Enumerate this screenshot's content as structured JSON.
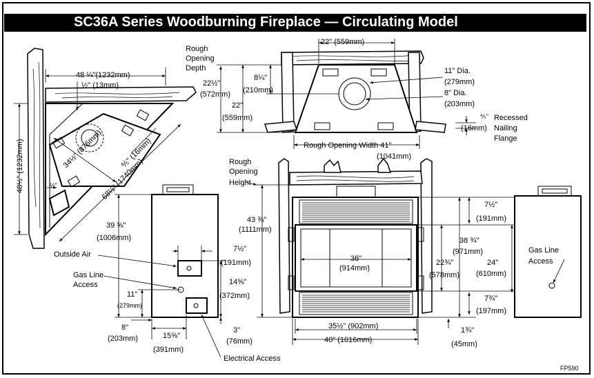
{
  "title": "SC36A Series Woodburning Fireplace — Circulating Model",
  "code": "FP590",
  "corner_view": {
    "width": "48 ¼\"(1232mm)",
    "nailing": "½\" (13mm)",
    "height": "48½\" (1232mm)",
    "diagonal_width": "34½\" (876mm)",
    "depth": "⅘\" (16mm)",
    "diagonal_length": "68½\" (1740mm)",
    "side_gap": "½\""
  },
  "top_view": {
    "rough_opening_depth": [
      "Rough",
      "Opening",
      "Depth"
    ],
    "top_width": "22\" (559mm)",
    "depth_a": "22½\"",
    "depth_a_mm": "(572mm)",
    "depth_b": "22\"",
    "depth_b_mm": "(559mm)",
    "flue_offset": "8¼\"",
    "flue_offset_mm": "(210mm)",
    "outer_dia": "11\" Dia.",
    "outer_dia_mm": "(279mm)",
    "inner_dia": "8\" Dia.",
    "inner_dia_mm": "(203mm)",
    "flange_size": "⅘\"",
    "flange_size_mm": "(16mm)",
    "flange_label": [
      "Recessed",
      "Nailing",
      "Flange"
    ],
    "rough_width": "Rough Opening Width 41\"",
    "rough_width_mm": "(1041mm)"
  },
  "side_view": {
    "height": "39 ⅝\"",
    "height_mm": "(1006mm)",
    "outside_air": "Outside Air",
    "gas_line": [
      "Gas Line",
      "Access"
    ],
    "gas_height": "11\"",
    "gas_height_mm": "(279mm)",
    "air_width": "7½\"",
    "air_width_mm": "(191mm)",
    "air_height": "14⅝\"",
    "air_height_mm": "(372mm)",
    "elec_height": "3\"",
    "elec_height_mm": "(76mm)",
    "left_offset": "8\"",
    "left_offset_mm": "(203mm)",
    "elec_offset": "15⅝\"",
    "elec_offset_mm": "(391mm)",
    "electrical": "Electrical Access"
  },
  "front_view": {
    "rough_height": [
      "Rough",
      "Opening",
      "Height"
    ],
    "total_height": "43 ¾\"",
    "total_height_mm": "(1111mm)",
    "opening_width": "36\"",
    "opening_width_mm": "(914mm)",
    "opening_height": "22¾\"",
    "opening_height_mm": "(578mm)",
    "front_width": "35½\" (902mm)",
    "total_width": "40\" (1016mm)",
    "louver_top": "7½\"",
    "louver_top_mm": "(191mm)",
    "face_height": "38 ¾\"",
    "face_height_mm": "(971mm)",
    "hearth_height": "24\"",
    "hearth_height_mm": "(610mm)",
    "louver_bottom": "7¾\"",
    "louver_bottom_mm": "(197mm)",
    "base": "1¾\"",
    "base_mm": "(45mm)"
  },
  "right_view": {
    "gas_line": [
      "Gas Line",
      "Access"
    ]
  }
}
